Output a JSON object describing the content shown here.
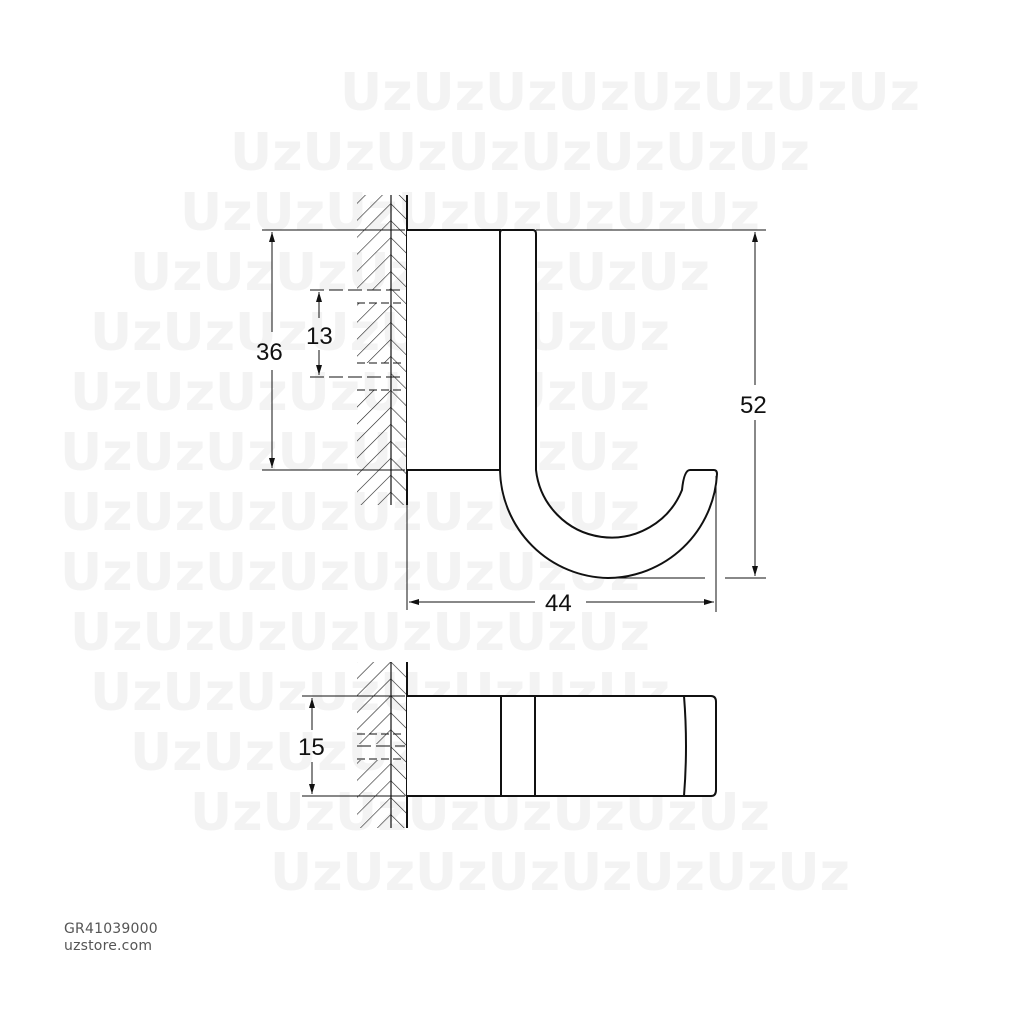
{
  "drawing": {
    "subject": "wall-mounted robe hook technical drawing",
    "views": [
      "side-view",
      "top-view"
    ],
    "dimensions": {
      "mount_height": "36",
      "hole_spacing": "13",
      "total_height": "52",
      "projection": "44",
      "depth": "15"
    },
    "watermark_text": "UzUzUzUzUzUzUzUz"
  },
  "footer": {
    "product_code": "GR41039000",
    "website": "uzstore.com"
  },
  "colors": {
    "line": "#111111",
    "watermark": "#f3f3f3",
    "footer_text": "#555555"
  }
}
